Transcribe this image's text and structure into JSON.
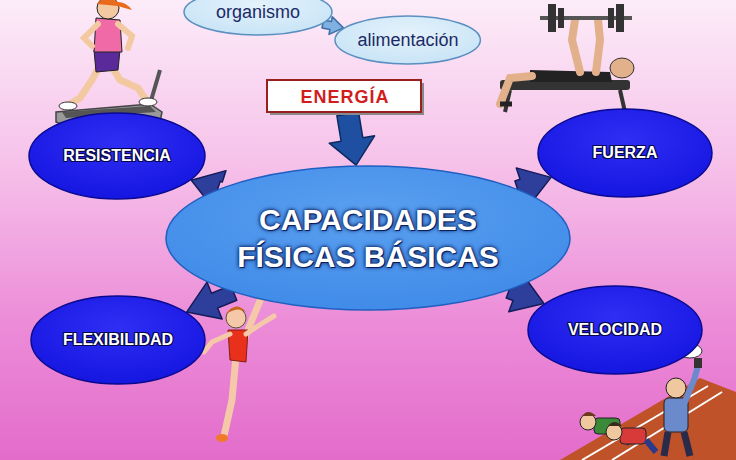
{
  "diagram": {
    "nodes": [
      {
        "text": [
          "organismo"
        ]
      },
      {
        "text": [
          "alimentación"
        ]
      },
      {
        "text": [
          "ENERGÍA"
        ]
      },
      {
        "text": [
          "CAPACIDADES FÍSICAS BÁSICAS"
        ]
      },
      {
        "text": [
          "RESISTENCIA"
        ]
      },
      {
        "text": [
          "FUERZA"
        ]
      },
      {
        "text": [
          "FLEXIBILIDAD"
        ]
      },
      {
        "text": [
          "VELOCIDAD"
        ]
      }
    ],
    "edges": [
      {
        "from": 0,
        "to": 1,
        "arrow": "to"
      },
      {
        "from": 2,
        "to": 3,
        "arrow": "to"
      },
      {
        "from": 3,
        "to": 4,
        "arrow": "to"
      },
      {
        "from": 3,
        "to": 5,
        "arrow": "to"
      },
      {
        "from": 3,
        "to": 6,
        "arrow": "to"
      },
      {
        "from": 3,
        "to": 7,
        "arrow": "to"
      }
    ]
  }
}
